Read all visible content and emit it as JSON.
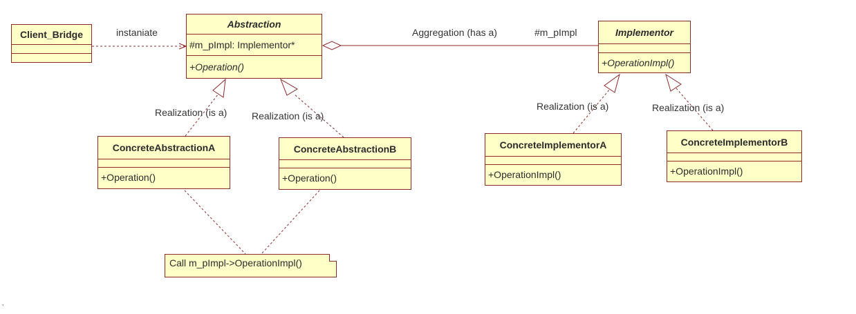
{
  "classes": {
    "client_bridge": {
      "name": "Client_Bridge",
      "attrs": "",
      "ops": ""
    },
    "abstraction": {
      "name": "Abstraction",
      "attrs": "#m_pImpl: Implementor*",
      "ops": "+Operation()"
    },
    "implementor": {
      "name": "Implementor",
      "attrs": "",
      "ops": "+OperationImpl()"
    },
    "concrete_abstraction_a": {
      "name": "ConcreteAbstractionA",
      "attrs": "",
      "ops": "+Operation()"
    },
    "concrete_abstraction_b": {
      "name": "ConcreteAbstractionB",
      "attrs": "",
      "ops": "+Operation()"
    },
    "concrete_implementor_a": {
      "name": "ConcreteImplementorA",
      "attrs": "",
      "ops": "+OperationImpl()"
    },
    "concrete_implementor_b": {
      "name": "ConcreteImplementorB",
      "attrs": "",
      "ops": "+OperationImpl()"
    }
  },
  "edge_labels": {
    "instantiate": "instaniate",
    "aggregation": "Aggregation (has a)",
    "aggregation_role": "#m_pImpl",
    "realization_abs_a": "Realization (is a)",
    "realization_abs_b": "Realization (is a)",
    "realization_impl_a": "Realization (is a)",
    "realization_impl_b": "Realization (is a)"
  },
  "note": {
    "text": "Call m_pImpl->OperationImpl()"
  },
  "stray_mark": "ʼ"
}
